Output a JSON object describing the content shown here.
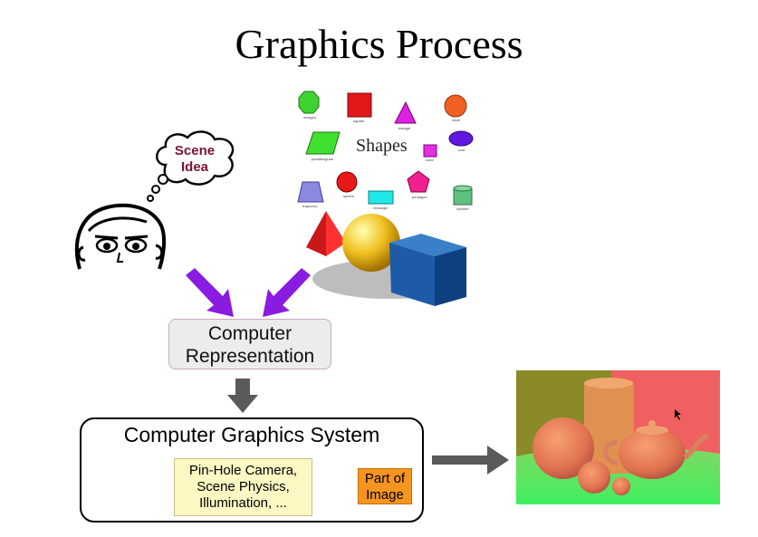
{
  "title": "Graphics Process",
  "thought_bubble": {
    "line1": "Scene",
    "line2": "Idea"
  },
  "shapes_panel": {
    "label": "Shapes",
    "captions": [
      "octagon",
      "square",
      "triangle",
      "circle",
      "parallelogram",
      "cube",
      "oval",
      "trapezoid",
      "sphere",
      "rectangle",
      "pentagon",
      "cylinder"
    ]
  },
  "representation": {
    "line1": "Computer",
    "line2": "Representation"
  },
  "graphics_system": {
    "title": "Computer Graphics System",
    "process": {
      "line1": "Pin-Hole Camera,",
      "line2": "Scene Physics,",
      "line3": "Illumination, ..."
    },
    "output": {
      "line1": "Part of",
      "line2": "Image"
    }
  },
  "colors": {
    "arrow_purple": "#8a1be0",
    "arrow_gray": "#5a5a5a",
    "thought_text": "#7a1030",
    "process_fill": "#fdf7c3",
    "output_fill": "#f59520"
  }
}
